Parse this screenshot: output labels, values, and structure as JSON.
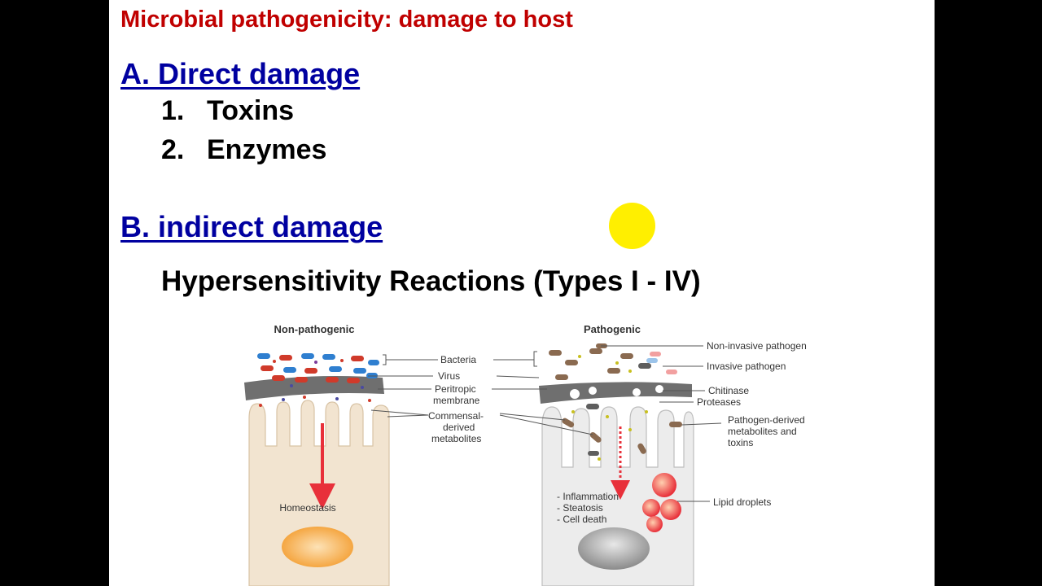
{
  "slide": {
    "title": "Microbial pathogenicity: damage to host",
    "section_a": "A. Direct damage",
    "items": [
      {
        "num": "1.",
        "label": "Toxins"
      },
      {
        "num": "2.",
        "label": "Enzymes"
      }
    ],
    "section_b": "B. indirect damage",
    "subheading": "Hypersensitivity Reactions (Types I - IV)"
  },
  "figure": {
    "left_title": "Non-pathogenic",
    "right_title": "Pathogenic",
    "labels": {
      "bacteria": "Bacteria",
      "virus": "Virus",
      "peritropic_1": "Peritropic",
      "peritropic_2": "membrane",
      "commensal_1": "Commensal-",
      "commensal_2": "derived",
      "commensal_3": "metabolites",
      "homeostasis": "Homeostasis",
      "non_invasive": "Non-invasive pathogen",
      "invasive": "Invasive pathogen",
      "chitinase": "Chitinase",
      "proteases": "Proteases",
      "pathogen_derived_1": "Pathogen-derived",
      "pathogen_derived_2": "metabolites and",
      "pathogen_derived_3": "toxins",
      "effects_1": "- Inflammation",
      "effects_2": "- Steatosis",
      "effects_3": "- Cell death",
      "lipid_droplets": "Lipid droplets"
    }
  },
  "colors": {
    "title_red": "#c00000",
    "heading_blue": "#0000a0",
    "highlight_dot": "#ffef00",
    "arrow_red": "#e8303a"
  }
}
